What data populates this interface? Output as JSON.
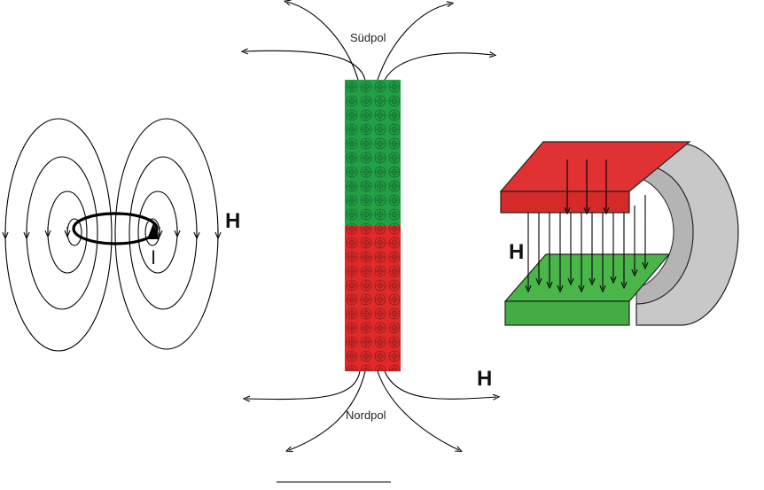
{
  "labels": {
    "loop_field": "H",
    "current": "I",
    "south_pole": "Südpol",
    "north_pole": "Nordpol",
    "bar_field": "H",
    "horseshoe_field": "H"
  },
  "colors": {
    "south_pole": "#22a046",
    "north_pole": "#e02a2a",
    "magnet_top": "#e03232",
    "magnet_bottom": "#4ab64a",
    "magnet_body": "#c8c8c8",
    "line": "#000000"
  }
}
